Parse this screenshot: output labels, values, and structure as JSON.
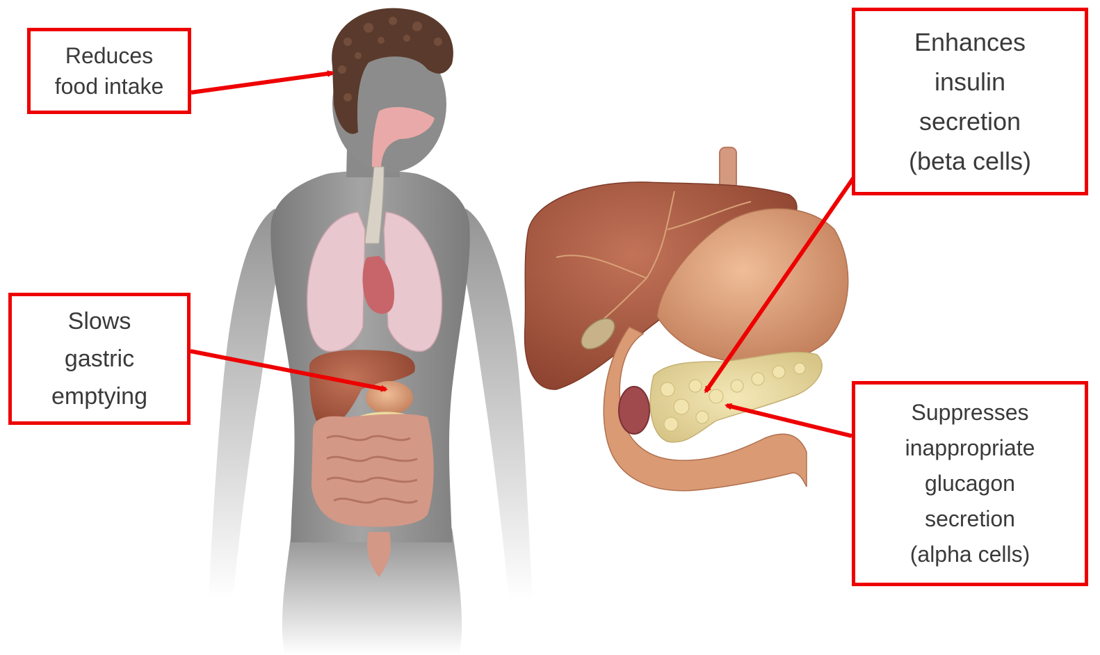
{
  "colors": {
    "callout_border": "#ee0000",
    "arrow": "#ee0000",
    "text": "#3a3a3a",
    "body_skin": "#8f8f8f",
    "hair": "#5a3a2c",
    "lungs": "#e8c7ce",
    "liver": "#a85a3e",
    "stomach": "#d99a74",
    "pancreas": "#ecdca0",
    "intestine": "#d49886"
  },
  "callouts": {
    "food_intake": {
      "lines": [
        "Reduces",
        "food intake"
      ],
      "target_icon": "brain-icon"
    },
    "gastric": {
      "lines": [
        "Slows",
        "gastric",
        "emptying"
      ],
      "target_icon": "stomach-icon"
    },
    "insulin": {
      "lines": [
        "Enhances",
        "insulin",
        "secretion",
        "(beta cells)"
      ],
      "target_icon": "pancreas-icon"
    },
    "glucagon": {
      "lines": [
        "Suppresses",
        "inappropriate",
        "glucagon",
        "secretion",
        "(alpha cells)"
      ],
      "target_icon": "pancreas-icon"
    }
  },
  "illustration": {
    "figure": "human-body-figure",
    "organ_closeup": "liver-stomach-pancreas-closeup"
  }
}
